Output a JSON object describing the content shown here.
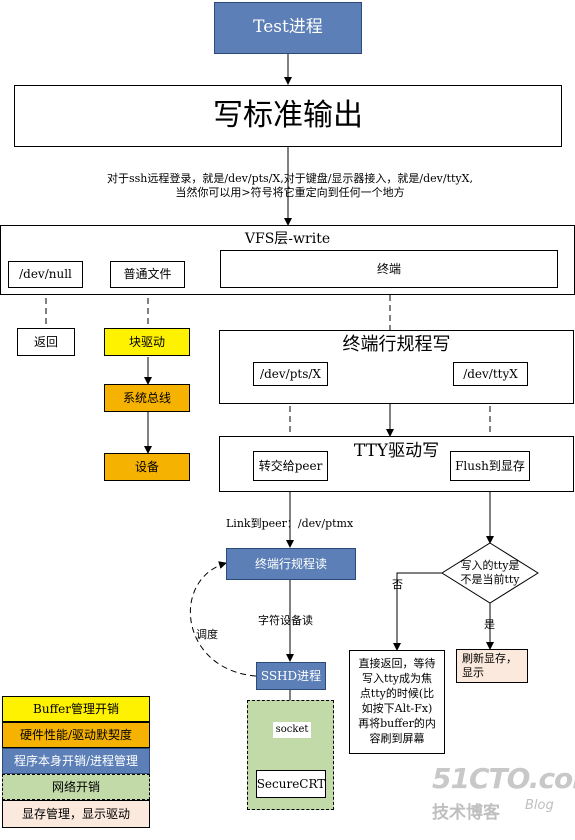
{
  "nodes": {
    "test_process": "Test进程",
    "write_stdout": "写标准输出",
    "vfs_write": "VFS层-write",
    "dev_null": "/dev/null",
    "regular_file": "普通文件",
    "terminal": "终端",
    "return": "返回",
    "block_driver": "块驱动",
    "system_bus": "系统总线",
    "device": "设备",
    "line_discipline_write": "终端行规程写",
    "dev_pts": "/dev/pts/X",
    "dev_tty": "/dev/ttyX",
    "tty_driver_write": "TTY驱动写",
    "forward_peer": "转交给peer",
    "flush_vram": "Flush到显存",
    "line_discipline_read": "终端行规程读",
    "sshd_process": "SSHD进程",
    "socket": "socket",
    "securecrt": "SecureCRT",
    "decision": "写入的tty是\n不是当前tty",
    "refresh_display": "刷新显存，\n显示",
    "wait_return": "直接返回，等待\n写入tty成为焦\n点tty的时候(比\n如按下Alt-Fx)\n再将buffer的内\n容刷到屏幕"
  },
  "annotations": {
    "note": "对于ssh远程登录，就是/dev/pts/X,对于键盘/显示器接入，就是/dev/ttyX,\n当然你可以用>符号将它重定向到任何一个地方",
    "link_peer": "Link到peer：/dev/ptmx",
    "char_device_read": "字符设备读",
    "schedule": "调度",
    "no": "否",
    "yes": "是"
  },
  "legend": [
    {
      "label": "Buffer管理开销",
      "color": "#fff200"
    },
    {
      "label": "硬件性能/驱动默契度",
      "color": "#f5b200"
    },
    {
      "label": "程序本身开销/进程管理",
      "color": "#5b7fb6"
    },
    {
      "label": "网络开销",
      "color": "#c2d9a8"
    },
    {
      "label": "显存管理，显示驱动",
      "color": "#fbe9dd"
    }
  ],
  "watermark": {
    "site": "51CTO.com",
    "sub": "技术博客",
    "blog": "Blog"
  }
}
